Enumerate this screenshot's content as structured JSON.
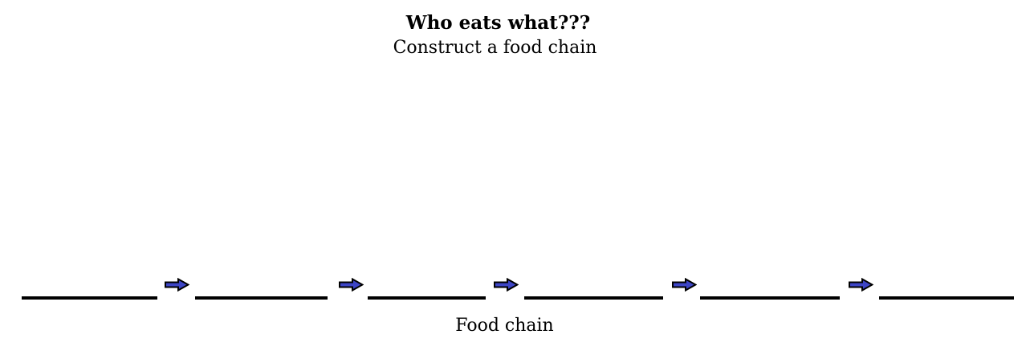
{
  "header": {
    "title": "Who eats what???",
    "subtitle": "Construct a food chain"
  },
  "food_chain": {
    "caption": "Food chain",
    "blank_count": 6,
    "arrow_count": 5,
    "colors": {
      "arrow_fill": "#3d45c6",
      "arrow_outline": "#000000",
      "blank_line": "#000000"
    }
  }
}
